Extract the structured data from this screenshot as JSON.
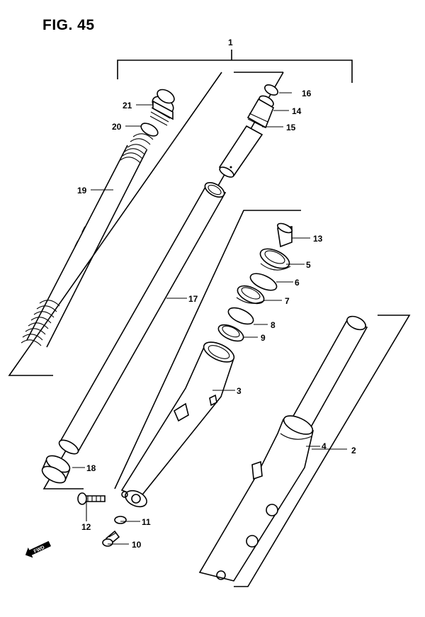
{
  "figure": {
    "title": "FIG. 45"
  },
  "callouts": {
    "c1": "1",
    "c2": "2",
    "c3": "3",
    "c4": "4",
    "c5": "5",
    "c6": "6",
    "c7": "7",
    "c8": "8",
    "c9": "9",
    "c10": "10",
    "c11": "11",
    "c12": "12",
    "c13": "13",
    "c14": "14",
    "c15": "15",
    "c16": "16",
    "c17": "17",
    "c18": "18",
    "c19": "19",
    "c20": "20",
    "c21": "21"
  },
  "direction_marker": {
    "label": "FWD",
    "icon": "arrow-left-icon"
  }
}
